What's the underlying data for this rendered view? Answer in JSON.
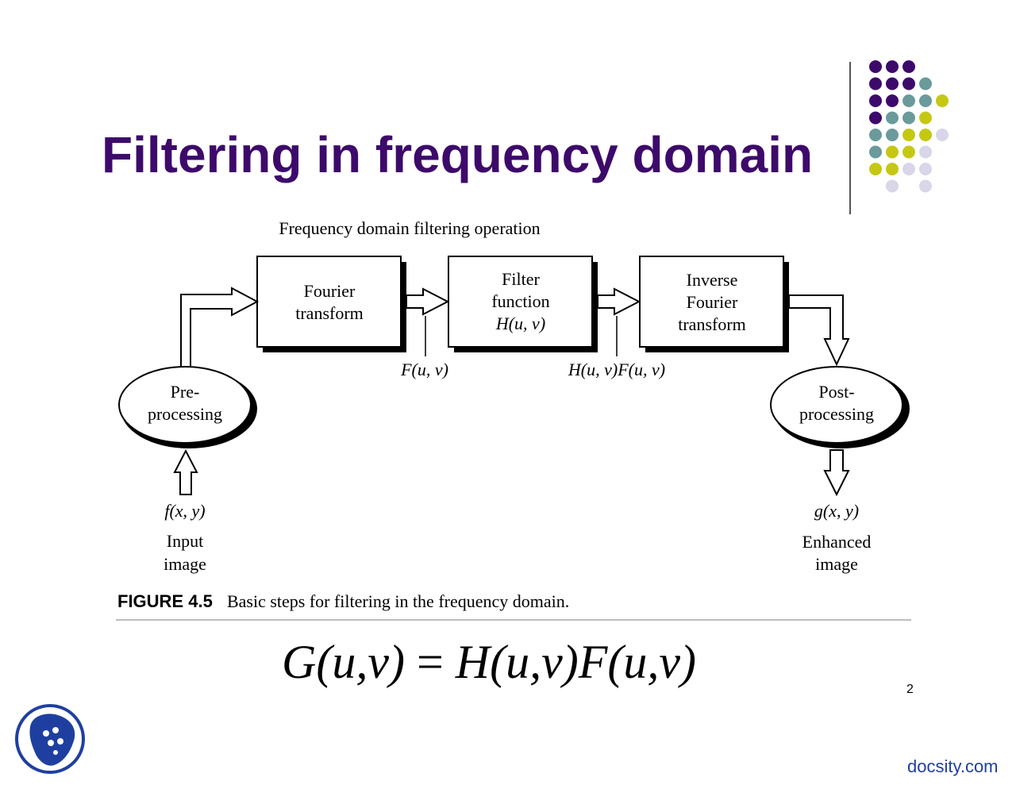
{
  "slide": {
    "title": "Filtering in frequency domain",
    "page_number": "2",
    "brand": "docsity.com"
  },
  "figure": {
    "heading": "Frequency domain filtering operation",
    "boxes": [
      {
        "lines": [
          "Fourier",
          "transform"
        ]
      },
      {
        "lines": [
          "Filter",
          "function",
          "H(u, v)"
        ]
      },
      {
        "lines": [
          "Inverse",
          "Fourier",
          "transform"
        ]
      }
    ],
    "ellipses": [
      {
        "lines": [
          "Pre-",
          "processing"
        ]
      },
      {
        "lines": [
          "Post-",
          "processing"
        ]
      }
    ],
    "signals": {
      "fourier_output": "F(u, v)",
      "filter_output": "H(u, v)F(u, v)",
      "input_signal": "f(x, y)",
      "output_signal": "g(x, y)"
    },
    "input_caption": [
      "Input",
      "image"
    ],
    "output_caption": [
      "Enhanced",
      "image"
    ],
    "caption_label": "FIGURE 4.5",
    "caption_text": "Basic steps for filtering in the frequency domain."
  },
  "equation": {
    "G": "G",
    "lhs_args": "(u,v)",
    "equals": "=",
    "H": "H",
    "h_args": "(u,v)",
    "F": "F",
    "f_args": "(u,v)"
  },
  "colors": {
    "title": "#3d0a6b",
    "dot_purple": "#3d0a6b",
    "dot_teal": "#6b9a9b",
    "dot_lime": "#c5c813",
    "dot_lavender": "#d8d6e8",
    "brand": "#1f3fa0",
    "logo": "#1f3fa0"
  },
  "decor": {
    "dot_grid_icon": "dot-grid-icon",
    "logo_icon": "docsity-logo-icon"
  }
}
